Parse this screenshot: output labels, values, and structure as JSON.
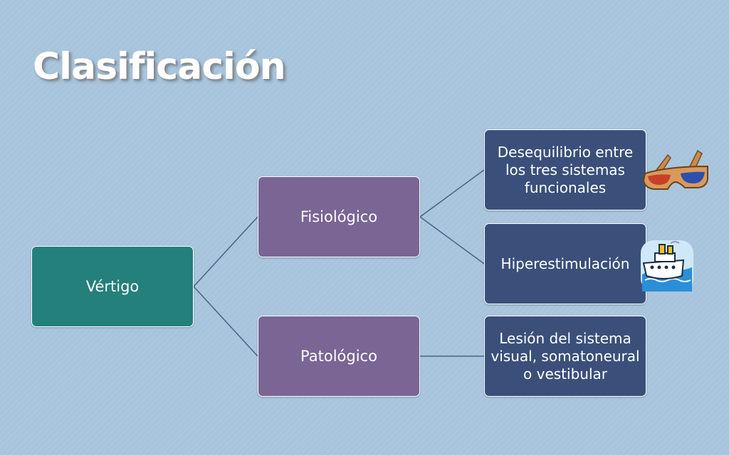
{
  "slide": {
    "title": "Clasificación"
  },
  "diagram": {
    "root": {
      "label": "Vértigo"
    },
    "branches": [
      {
        "label": "Fisiológico",
        "children": [
          {
            "label": "Desequilibrio entre los tres sistemas funcionales",
            "icon": "glasses-icon"
          },
          {
            "label": "Hiperestimulación",
            "icon": "ship-icon"
          }
        ]
      },
      {
        "label": "Patológico",
        "children": [
          {
            "label": "Lesión del sistema visual, somatoneural o vestibular"
          }
        ]
      }
    ]
  },
  "colors": {
    "background": "#a7c4dc",
    "root_fill": "#23807b",
    "branch_fill": "#7a6594",
    "leaf_fill": "#3a507a",
    "connector": "#4a6088"
  }
}
